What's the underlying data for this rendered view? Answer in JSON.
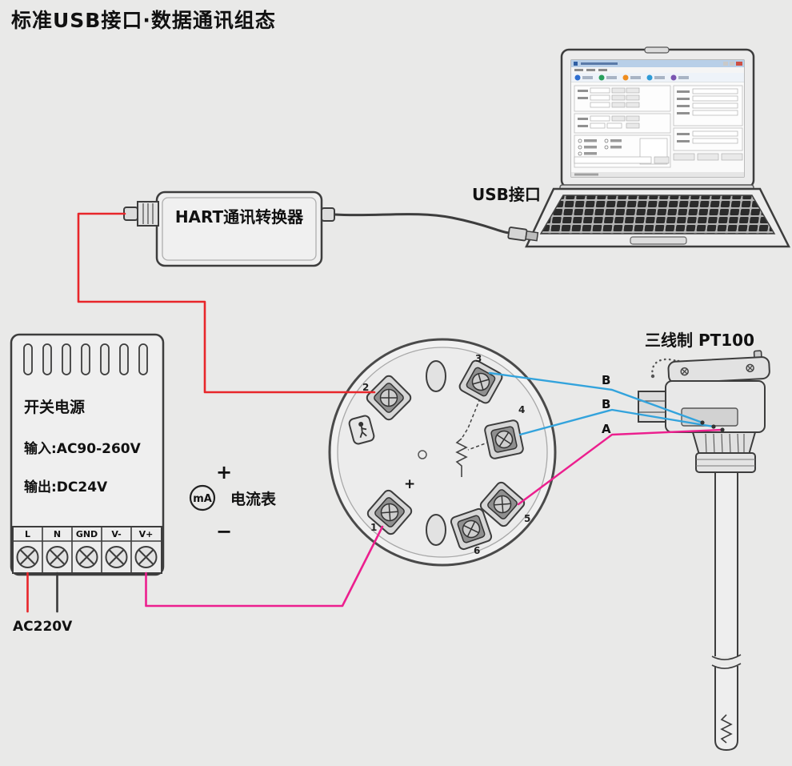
{
  "title": "标准USB接口·数据通讯组态",
  "labels": {
    "usb_port": "USB接口",
    "converter": "HART通讯转换器",
    "sensor_type": "三线制 PT100",
    "ac_supply": "AC220V",
    "ammeter_name": "电流表",
    "ammeter_unit": "mA",
    "meter_plus": "+",
    "meter_minus": "−",
    "wire_b_top": "B",
    "wire_b_mid": "B",
    "wire_a": "A"
  },
  "power_supply": {
    "name": "开关电源",
    "input": "输入:AC90-260V",
    "output": "输出:DC24V",
    "terminals": [
      "L",
      "N",
      "GND",
      "V-",
      "V+"
    ]
  },
  "transmitter": {
    "plus": "+",
    "terminals": [
      "1",
      "2",
      "3",
      "4",
      "5",
      "6"
    ]
  },
  "colors": {
    "wire_red": "#e8262a",
    "wire_magenta": "#ec1f8e",
    "wire_blue": "#33a3dc",
    "wire_black": "#3a3a3a",
    "outline": "#3d3d3d",
    "background": "#e9e9e8"
  }
}
